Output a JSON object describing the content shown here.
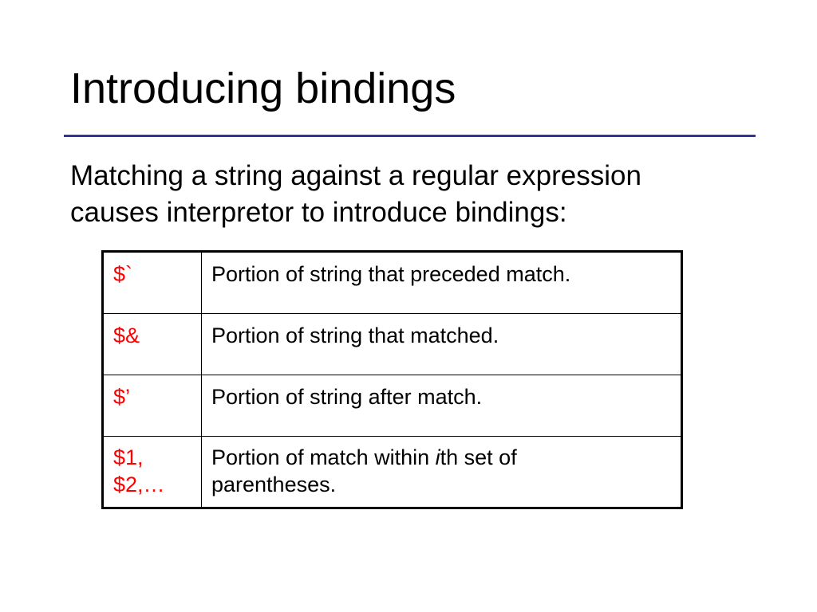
{
  "slide": {
    "title": "Introducing bindings",
    "body_line1": "Matching a string against a regular expression",
    "body_line2": "causes interpretor to introduce bindings:"
  },
  "table": {
    "rows": [
      {
        "variable": "$`",
        "description": "Portion of string that preceded match."
      },
      {
        "variable": "$&",
        "description": "Portion of string that matched."
      },
      {
        "variable": "$’",
        "description": "Portion of string after match."
      },
      {
        "variable_line1": "$1,",
        "variable_line2": "$2,…",
        "description_before_i": "Portion of match within ",
        "description_i": "i",
        "description_after_i": "th set of",
        "description_line2": "parentheses."
      }
    ]
  },
  "colors": {
    "title_rule": "#33339a",
    "variable_text": "#ff0000",
    "text": "#000000",
    "background": "#ffffff"
  }
}
